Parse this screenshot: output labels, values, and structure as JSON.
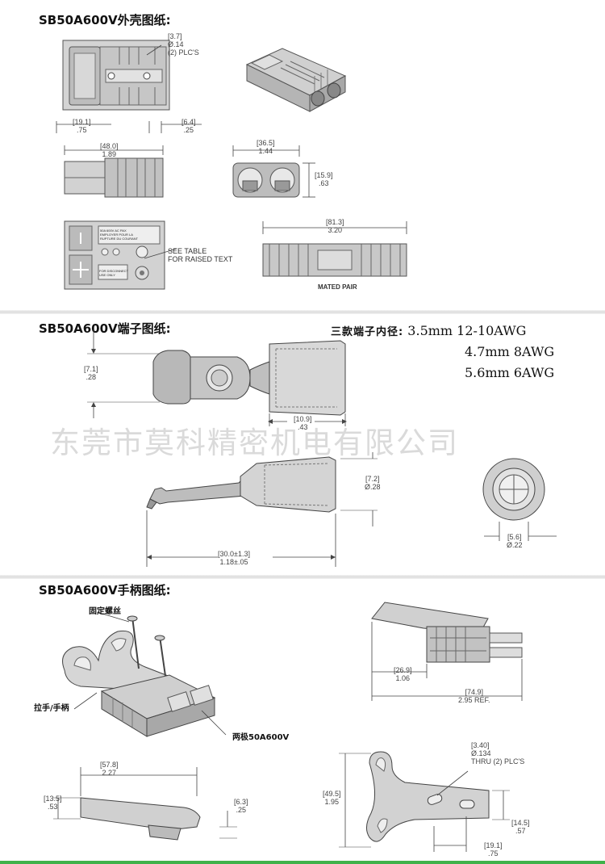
{
  "sections": {
    "housing_title": "SB50A600V外壳图纸:",
    "terminal_title": "SB50A600V端子图纸:",
    "handle_title": "SB50A600V手柄图纸:"
  },
  "housing": {
    "dim_hole": [
      "[3.7]",
      "Ø.14",
      "(2) PLC'S"
    ],
    "dim_19_1": [
      "[19.1]",
      ".75"
    ],
    "dim_6_4": [
      "[6.4]",
      ".25"
    ],
    "dim_48": [
      "[48.0]",
      "1.89"
    ],
    "dim_36_5": [
      "[36.5]",
      "1.44"
    ],
    "dim_15_9": [
      "[15.9]",
      ".63"
    ],
    "dim_81_3": [
      "[81.3]",
      "3.20"
    ],
    "see_table": [
      "SEE TABLE",
      "FOR RAISED TEXT"
    ],
    "mated_pair": "MATED PAIR",
    "label_for_disconnect": [
      "FOR DISCONNECT",
      "USE ONLY"
    ],
    "label_top": [
      "50A 600V AC PAX",
      "EMPLOYER POUR LA",
      "RUPTURE DU COURANT"
    ]
  },
  "terminal": {
    "spec_label": "三款端子内径:",
    "specs": [
      "3.5mm 12-10AWG",
      "4.7mm 8AWG",
      "5.6mm 6AWG"
    ],
    "dim_7_1": [
      "[7.1]",
      ".28"
    ],
    "dim_10_9": [
      "[10.9]",
      ".43"
    ],
    "dim_7_2": [
      "[7.2]",
      "Ø.28"
    ],
    "dim_30": [
      "[30.0±1.3]",
      "1.18±.05"
    ],
    "dim_5_6": [
      "[5.6]",
      "Ø.22"
    ]
  },
  "watermark": "东莞市莫科精密机电有限公司",
  "handle": {
    "label_screw": "固定螺丝",
    "label_handle": "拉手/手柄",
    "label_connector": "两极50A600V",
    "dim_26_9": [
      "[26.9]",
      "1.06"
    ],
    "dim_74_9": [
      "[74.9]",
      "2.95 REF."
    ],
    "dim_57_8": [
      "[57.8]",
      "2.27"
    ],
    "dim_13_5": [
      "[13.5]",
      ".53"
    ],
    "dim_6_3": [
      "[6.3]",
      ".25"
    ],
    "dim_3_40": [
      "[3.40]",
      "Ø.134",
      "THRU (2) PLC'S"
    ],
    "dim_49_5": [
      "[49.5]",
      "1.95"
    ],
    "dim_14_5": [
      "[14.5]",
      ".57"
    ],
    "dim_19_1b": [
      "[19.1]",
      ".75"
    ]
  },
  "colors": {
    "part_fill": "#c9c9c9",
    "part_dark": "#9a9a9a",
    "line": "#333333",
    "accent_bar": "#3fb24a"
  }
}
